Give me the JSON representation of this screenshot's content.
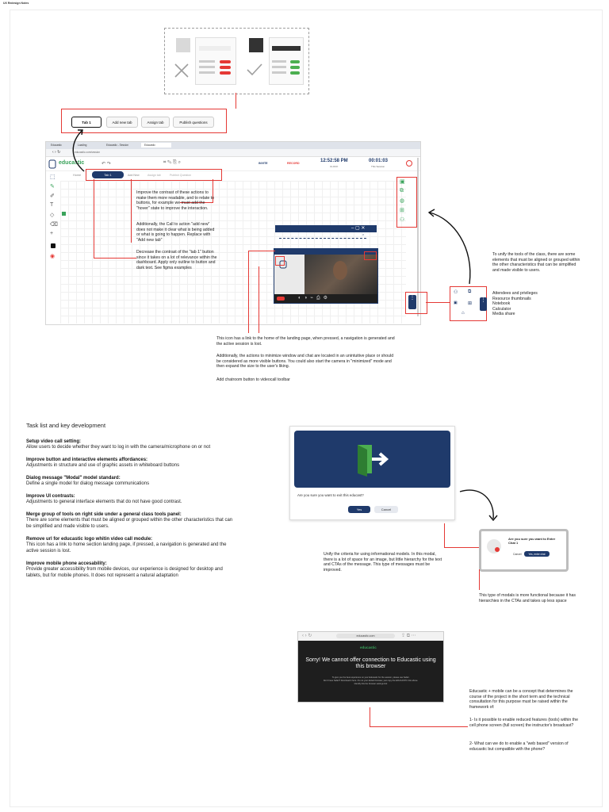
{
  "file_label": "UX Redesign Notes",
  "comparison": {
    "bad_label": "",
    "good_label": ""
  },
  "tab_toolbar": {
    "tabs": [
      "Tab 1",
      "Add new tab",
      "Assign tab",
      "Publish questions"
    ]
  },
  "browser": {
    "tabs": [
      "Eduсastic",
      "Loading",
      "Educastic - Session",
      "Educastic"
    ],
    "url": "educastic.com/session"
  },
  "app": {
    "logo": "educastic",
    "tabs": [
      "Tab 1",
      "Add New",
      "Assign tab",
      "Publish Question"
    ],
    "home_label": "Home",
    "invite": "INVITE",
    "record": "RECORD",
    "clock": "12:52:58 PM",
    "clock_label": "CLOCK",
    "timer": "00:01:03",
    "timer_label": "This Session"
  },
  "annotations": {
    "contrast": "Improve the contrast of these actions to make them more readable, and to relate to buttons, for example we must add the \"hover\" state to improve the interaction.",
    "add_new": "Additionally, the Call to action \"add new\" does not make it clear what is being added or what is going to happen. Replace with \"Add new tab\"",
    "tab1": "Decrease the contrast of the \"tab 1\" button since it takes on a lot of relevance within the dashboard. Apply only outline to button and dark text. See figma examples",
    "tools": "To unify the tools of the class, there are some elements that must be aligned or grouped within the other characteristics that can be simplified and made visible to users.",
    "tools_list": [
      "Attendees and privileges",
      "Resource thumbnails",
      "Notebook",
      "Calculator",
      "Media share"
    ],
    "home_link": "This icon has a link to the home of the landing page, when pressed, a navigation is generated and the active session is lost.",
    "minimize": "Additionally, the actions to minimize window and chat are located in an unintuitive place or should be considered as more visible buttons. You could also start the camera in \"minimized\" mode and then expand the size to the user's liking.",
    "chatroom": "Add chatroom button to videocall toolbar"
  },
  "task_list": {
    "title": "Task list and key development",
    "items": [
      {
        "h": "Setup video call setting:",
        "d": "Allow users to decide whether they want to log in with the camera/microphone on or not"
      },
      {
        "h": "Improve button and interactive elements affordances:",
        "d": "Adjustments in structure and use of graphic assets in whiteboard buttons"
      },
      {
        "h": "Dialog message \"Modal\" model standard:",
        "d": "Define a single model for dialog message communications"
      },
      {
        "h": "Improve UI contrasts:",
        "d": "Adjustments to general interface elements that do not have good contrast."
      },
      {
        "h": "Merge group of tools on right side under a general class tools panel:",
        "d": "There are some elements that must be aligned or grouped within the other characteristics that can be simplified and made visible to users."
      },
      {
        "h": "Remove url for educastic logo whitin video call module:",
        "d": "This icon has a link to home section landing page, if pressed, a navigation is generated and the active session is lost."
      },
      {
        "h": "Improve mobile phone accesability:",
        "d": "Provide greater accessibility from mobile devices, our experience is designed for desktop and tablets, but for mobile phones. It does not represent a natural adaptation"
      }
    ]
  },
  "modal": {
    "question": "Are you sure you want to exit this educast?",
    "yes": "Yes",
    "cancel": "Cancel"
  },
  "modal_small": {
    "question": "Are you sure you want to Enter Chat 1",
    "cancel": "Cancel",
    "confirm": "Yes, enter chat"
  },
  "modal_notes": {
    "unify": "Unify the criteria for using informational models. In this modal, there is a lot of space for an image, but little hierarchy for the text and CTAs of the message. This type of messages must be improved.",
    "functional": "This type of modals is more functional because it has hierarchies in the CTAs and takes up less space"
  },
  "mobile": {
    "url": "educastic.com",
    "logo": "educastic",
    "headline": "Sorry! We cannot offer connection to Educastic using this browser",
    "body1": "To give you the best experience on your Educastic for the session, please use Safari.",
    "body2": "Don't have Safari? Download it here. It's not your default browser, just copy the EDUCASTIC link above.",
    "body3": "Identify this the browser settings link"
  },
  "mobile_note": {
    "intro": "Educastic + mobile can be a concept that determines the course of the project in the short term and the technical consultation for this purpose must be raised within the framework of:",
    "q1": "1- Is it possible to enable reduced features (tools) within the cell phone screen (full screen) the instructor's broadcast?",
    "q2": "2- What can we do to enable a \"web based\" version of educastic but compatible with the phone?"
  },
  "colors": {
    "accent": "#e53935",
    "brand_green": "#4caf50",
    "brand_navy": "#1f3a6b",
    "dark": "#1c1c1c"
  }
}
